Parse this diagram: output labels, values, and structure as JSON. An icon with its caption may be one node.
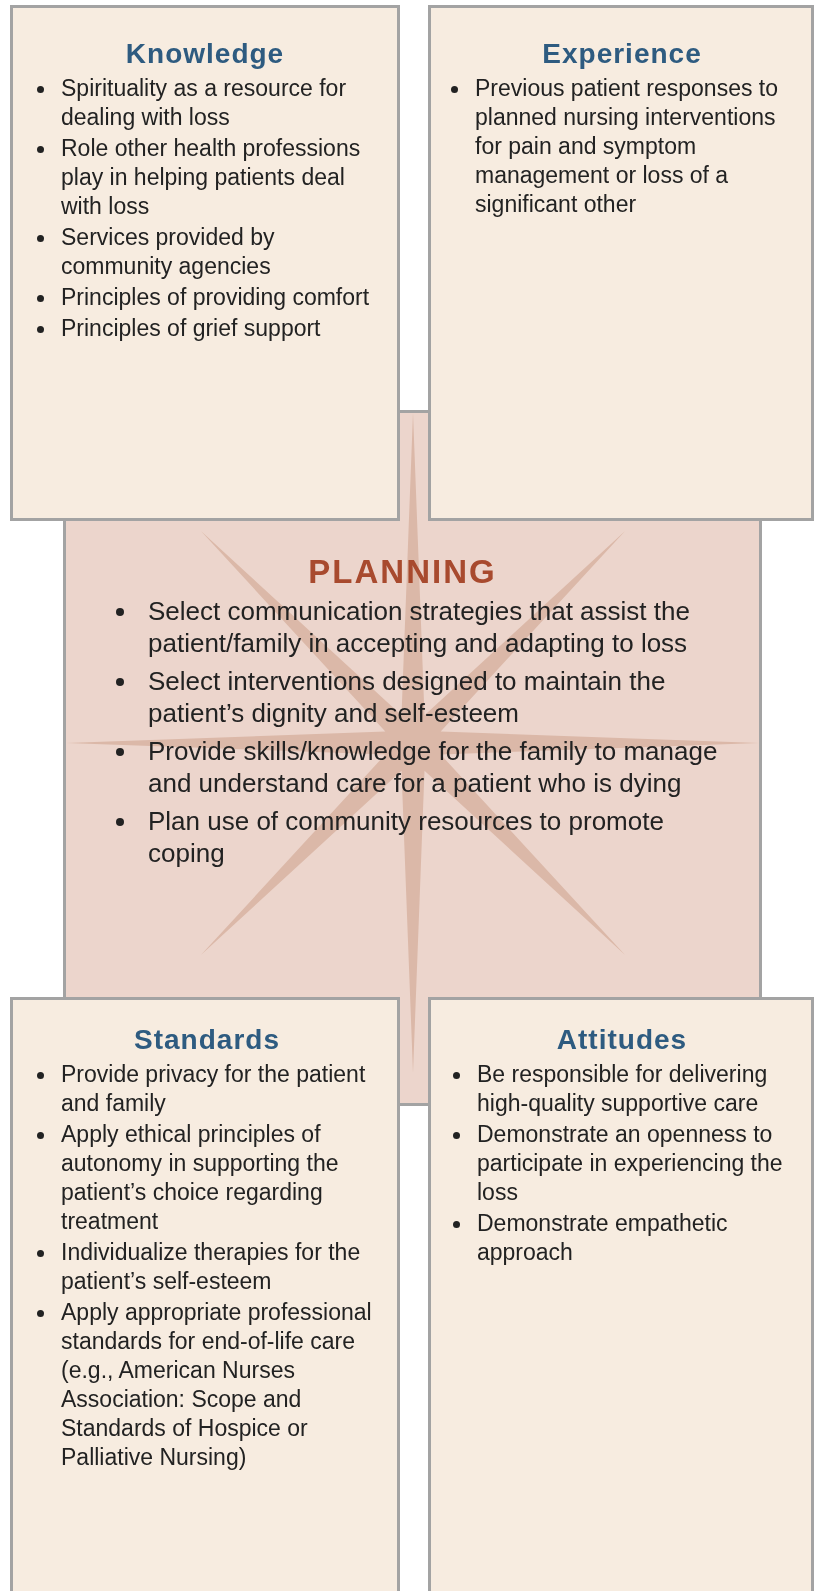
{
  "diagram": {
    "nodes": [
      {
        "text": [
          "Knowledge",
          "Spirituality as a resource for dealing with loss",
          "Role other health professions play in helping patients deal with loss",
          "Services provided by community agencies",
          "Principles of providing comfort",
          "Principles of grief support"
        ]
      },
      {
        "text": [
          "Experience",
          "Previous patient responses to planned nursing interventions for pain and symptom management or loss of a significant other"
        ]
      },
      {
        "text": [
          "PLANNING",
          "Select communication strategies that assist the patient/family in accepting and adapting to loss",
          "Select interventions designed to maintain the patient’s dignity and self-esteem",
          "Provide skills/knowledge for the family to manage and understand care for a patient who is dying",
          "Plan use of community resources to promote coping"
        ]
      },
      {
        "text": [
          "Standards",
          "Provide privacy for the patient and family",
          "Apply ethical principles of autonomy in supporting the patient’s choice regarding treatment",
          "Individualize therapies for the patient’s self-esteem",
          "Apply appropriate professional standards for end-of-life care (e.g., American Nurses Association: Scope and Standards of Hospice or Palliative Nursing)"
        ]
      },
      {
        "text": [
          "Attitudes",
          "Be responsible for delivering high-quality supportive care",
          "Demonstrate an openness to participate in experiencing the loss",
          "Demonstrate empathetic approach"
        ]
      }
    ],
    "edges": []
  }
}
